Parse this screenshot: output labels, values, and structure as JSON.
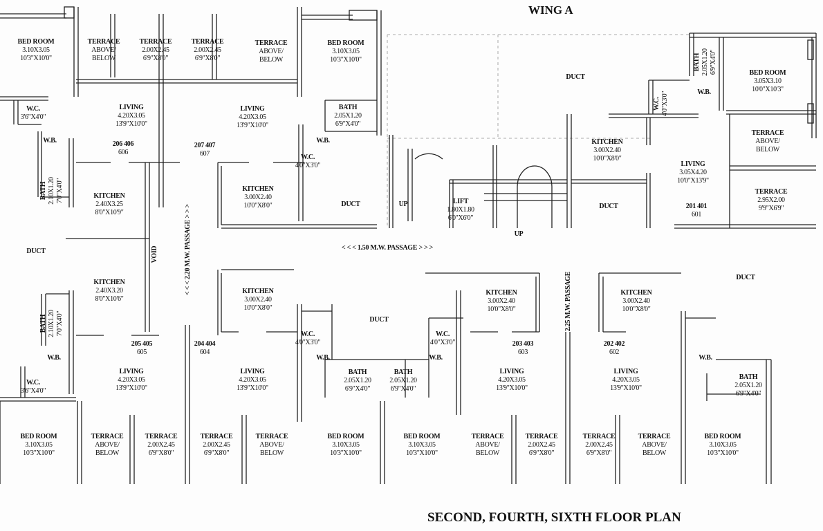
{
  "wing_title": "WING A",
  "plan_title": "SECOND, FOURTH, SIXTH FLOOR PLAN",
  "labels": [
    {
      "lines": [
        "BED ROOM",
        "3.10X3.05",
        "10'3\"X10'0\""
      ]
    },
    {
      "lines": [
        "TERRACE",
        "ABOVE/",
        "BELOW"
      ]
    },
    {
      "lines": [
        "TERRACE",
        "2.00X2.45",
        "6'9\"X8'0\""
      ]
    },
    {
      "lines": [
        "TERRACE",
        "2.00X2.45",
        "6'9\"X8'0\""
      ]
    },
    {
      "lines": [
        "TERRACE",
        "ABOVE/",
        "BELOW"
      ]
    },
    {
      "lines": [
        "BED ROOM",
        "3.10X3.05",
        "10'3\"X10'0\""
      ]
    },
    {
      "lines": [
        "W.C.",
        "3'6\"X4'0\""
      ]
    },
    {
      "lines": [
        "LIVING",
        "4.20X3.05",
        "13'9\"X10'0\""
      ]
    },
    {
      "lines": [
        "LIVING",
        "4.20X3.05",
        "13'9\"X10'0\""
      ]
    },
    {
      "lines": [
        "BATH",
        "2.05X1.20",
        "6'9\"X4'0\""
      ]
    },
    {
      "lines": [
        "W.B."
      ]
    },
    {
      "lines": [
        "W.B."
      ]
    },
    {
      "lines": [
        "206 406",
        "606"
      ]
    },
    {
      "lines": [
        "207 407",
        "607"
      ]
    },
    {
      "lines": [
        "W.C.",
        "4'0\"X3'0\""
      ]
    },
    {
      "lines": [
        "BATH",
        "2.10X1.20",
        "7'0\"X4'0\""
      ]
    },
    {
      "lines": [
        "KITCHEN",
        "2.40X3.25",
        "8'0\"X10'9\""
      ]
    },
    {
      "lines": [
        "KITCHEN",
        "3.00X2.40",
        "10'0\"X8'0\""
      ]
    },
    {
      "lines": [
        "DUCT"
      ]
    },
    {
      "lines": [
        "UP"
      ]
    },
    {
      "lines": [
        "DUCT"
      ]
    },
    {
      "lines": [
        "VOID"
      ]
    },
    {
      "lines": [
        "< < <  2.20 M.W. PASSAGE  > > >"
      ]
    },
    {
      "lines": [
        "< < <   1.50 M.W. PASSAGE   > > >"
      ]
    },
    {
      "lines": [
        "DUCT"
      ]
    },
    {
      "lines": [
        "BATH",
        "2.05X1.20",
        "6'9\"X4'0\""
      ]
    },
    {
      "lines": [
        "BED ROOM",
        "3.05X3.10",
        "10'0\"X10'3\""
      ]
    },
    {
      "lines": [
        "W.C.",
        "4'0\"X3'0\""
      ]
    },
    {
      "lines": [
        "W.B."
      ]
    },
    {
      "lines": [
        "KITCHEN",
        "3.00X2.40",
        "10'0\"X8'0\""
      ]
    },
    {
      "lines": [
        "TERRACE",
        "ABOVE/",
        "BELOW"
      ]
    },
    {
      "lines": [
        "LIVING",
        "3.05X4.20",
        "10'0\"X13'9\""
      ]
    },
    {
      "lines": [
        "LIFT",
        "1.80X1.80",
        "6'0\"X6'0\""
      ]
    },
    {
      "lines": [
        "DUCT"
      ]
    },
    {
      "lines": [
        "201 401",
        "601"
      ]
    },
    {
      "lines": [
        "TERRACE",
        "2.95X2.00",
        "9'9\"X6'9\""
      ]
    },
    {
      "lines": [
        "UP"
      ]
    },
    {
      "lines": [
        "KITCHEN",
        "2.40X3.20",
        "8'0\"X10'6\""
      ]
    },
    {
      "lines": [
        "BATH",
        "2.10X1.20",
        "7'0\"X4'0\""
      ]
    },
    {
      "lines": [
        "KITCHEN",
        "3.00X2.40",
        "10'0\"X8'0\""
      ]
    },
    {
      "lines": [
        "DUCT"
      ]
    },
    {
      "lines": [
        "W.C.",
        "4'0\"X3'0\""
      ]
    },
    {
      "lines": [
        "W.C.",
        "4'0\"X3'0\""
      ]
    },
    {
      "lines": [
        "205 405",
        "605"
      ]
    },
    {
      "lines": [
        "204 404",
        "604"
      ]
    },
    {
      "lines": [
        "203 403",
        "603"
      ]
    },
    {
      "lines": [
        "202 402",
        "602"
      ]
    },
    {
      "lines": [
        "W.B."
      ]
    },
    {
      "lines": [
        "W.B."
      ]
    },
    {
      "lines": [
        "W.B."
      ]
    },
    {
      "lines": [
        "W.B."
      ]
    },
    {
      "lines": [
        "W.C.",
        "3'6\"X4'0\""
      ]
    },
    {
      "lines": [
        "LIVING",
        "4.20X3.05",
        "13'9\"X10'0\""
      ]
    },
    {
      "lines": [
        "LIVING",
        "4.20X3.05",
        "13'9\"X10'0\""
      ]
    },
    {
      "lines": [
        "LIVING",
        "4.20X3.05",
        "13'9\"X10'0\""
      ]
    },
    {
      "lines": [
        "LIVING",
        "4.20X3.05",
        "13'9\"X10'0\""
      ]
    },
    {
      "lines": [
        "BATH",
        "2.05X1.20",
        "6'9\"X4'0\""
      ]
    },
    {
      "lines": [
        "BATH",
        "2.05X1.20",
        "6'9\"X4'0\""
      ]
    },
    {
      "lines": [
        "BATH",
        "2.05X1.20",
        "6'9\"X4'0\""
      ]
    },
    {
      "lines": [
        "KITCHEN",
        "3.00X2.40",
        "10'0\"X8'0\""
      ]
    },
    {
      "lines": [
        "KITCHEN",
        "3.00X2.40",
        "10'0\"X8'0\""
      ]
    },
    {
      "lines": [
        "DUCT"
      ]
    },
    {
      "lines": [
        "2.25 M.W. PASSAGE"
      ]
    },
    {
      "lines": [
        "BED ROOM",
        "3.10X3.05",
        "10'3\"X10'0\""
      ]
    },
    {
      "lines": [
        "TERRACE",
        "ABOVE/",
        "BELOW"
      ]
    },
    {
      "lines": [
        "TERRACE",
        "2.00X2.45",
        "6'9\"X8'0\""
      ]
    },
    {
      "lines": [
        "TERRACE",
        "2.00X2.45",
        "6'9\"X8'0\""
      ]
    },
    {
      "lines": [
        "TERRACE",
        "ABOVE/",
        "BELOW"
      ]
    },
    {
      "lines": [
        "BED ROOM",
        "3.10X3.05",
        "10'3\"X10'0\""
      ]
    },
    {
      "lines": [
        "BED ROOM",
        "3.10X3.05",
        "10'3\"X10'0\""
      ]
    },
    {
      "lines": [
        "TERRACE",
        "ABOVE/",
        "BELOW"
      ]
    },
    {
      "lines": [
        "TERRACE",
        "2.00X2.45",
        "6'9\"X8'0\""
      ]
    },
    {
      "lines": [
        "TERRACE",
        "2.00X2.45",
        "6'9\"X8'0\""
      ]
    },
    {
      "lines": [
        "TERRACE",
        "ABOVE/",
        "BELOW"
      ]
    },
    {
      "lines": [
        "BED ROOM",
        "3.10X3.05",
        "10'3\"X10'0\""
      ]
    }
  ]
}
